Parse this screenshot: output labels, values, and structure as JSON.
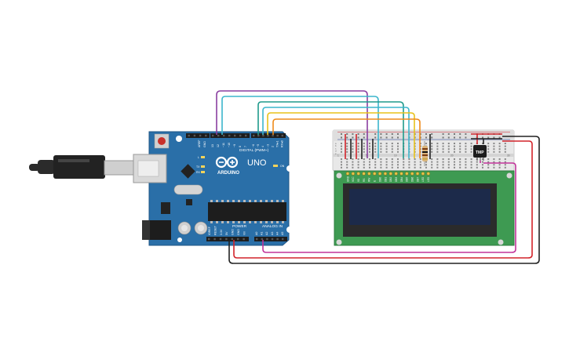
{
  "arduino": {
    "logo": "ARDUINO",
    "model": "UNO",
    "digital_label": "DIGITAL (PWM~)",
    "power_label": "POWER",
    "analog_label": "ANALOG IN",
    "on_label": "ON",
    "tx_label": "TX",
    "rx_label": "RX",
    "l_label": "L",
    "aref_label": "AREF",
    "gnd_label": "GND",
    "digital_pins": [
      "13",
      "12",
      "~11",
      "~10",
      "~9",
      "8",
      "7",
      "~6",
      "~5",
      "4",
      "~3",
      "2",
      "TX▸1",
      "RX◂0"
    ],
    "power_pins": [
      "IOREF",
      "RESET",
      "3.3V",
      "5V",
      "GND",
      "GND",
      "Vin"
    ],
    "analog_pins": [
      "A0",
      "A1",
      "A2",
      "A3",
      "A4",
      "A5"
    ]
  },
  "lcd": {
    "pin_labels": [
      "GND",
      "VCC",
      "V0",
      "RS",
      "RW",
      "E",
      "DB0",
      "DB1",
      "DB2",
      "DB3",
      "DB4",
      "DB5",
      "DB6",
      "DB7",
      "LED",
      "LED"
    ]
  },
  "sensor": {
    "label": "TMP"
  },
  "breadboard": {
    "col_numbers": [
      "1",
      "5",
      "10",
      "15",
      "20",
      "25",
      "30"
    ],
    "row_letters": [
      "a",
      "b",
      "c",
      "d",
      "e"
    ]
  },
  "colors": {
    "board": "#2a6fa8",
    "lcd_pcb": "#3e9a52",
    "lcd_screen": "#1c2a4a",
    "wire_purple": "#8a3fa0",
    "wire_cyan": "#3cb6cc",
    "wire_teal": "#1f9a8c",
    "wire_yellow": "#e8c21a",
    "wire_orange": "#ee8a1a",
    "wire_red": "#d2232a",
    "wire_black": "#222222",
    "wire_magenta": "#c2339a"
  }
}
